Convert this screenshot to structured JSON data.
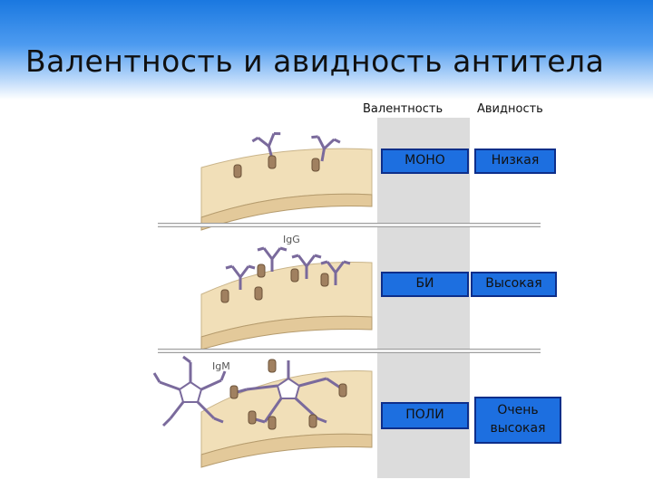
{
  "title": "Валентность и авидность антитела",
  "headers": {
    "valency": "Валентность",
    "avidity": "Авидность"
  },
  "rows": [
    {
      "valency": "МОНО",
      "avidity": "Низкая"
    },
    {
      "valency": "БИ",
      "avidity": "Высокая"
    },
    {
      "valency": "ПОЛИ",
      "avidity": "Очень высокая"
    }
  ],
  "labels": {
    "igg": "IgG",
    "igm": "IgM"
  },
  "colors": {
    "header_gradient_top": "#1a78e0",
    "box_fill": "#1d6fe0",
    "box_border": "#0d2e8a",
    "column_gray": "#dcdcdc",
    "membrane": "#f1dfb8",
    "antibody": "#7a6a9c",
    "antigen": "#a08060"
  }
}
